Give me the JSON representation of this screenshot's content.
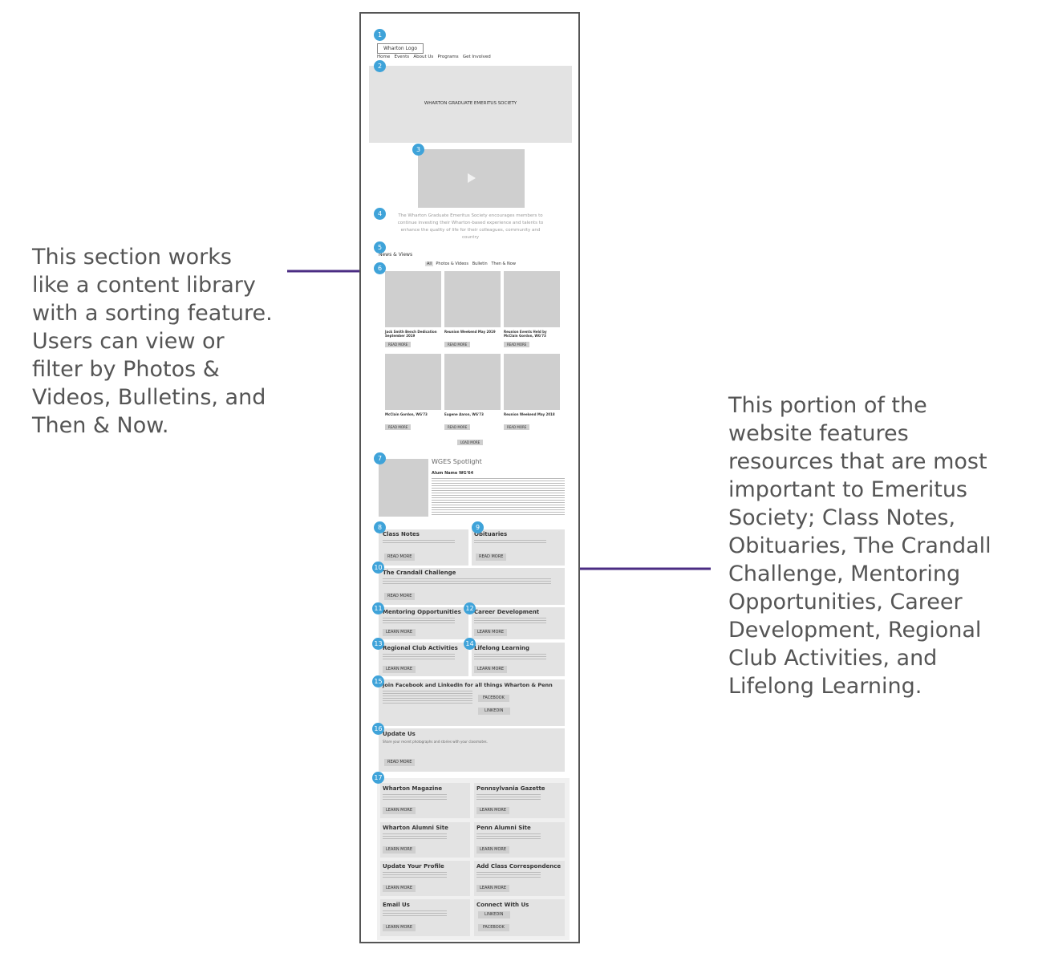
{
  "annotations": {
    "left": "This section works like a content library with a sorting feature. Users can view or filter by Photos & Videos, Bulletins, and Then & Now.",
    "right": "This portion of the website features resources that are most important to Emeritus Society; Class Notes, Obituaries, The Crandall Challenge, Mentoring Opportunities, Career Development, Regional Club Activities, and Lifelong Learning."
  },
  "wireframe": {
    "badges": [
      "1",
      "2",
      "3",
      "4",
      "5",
      "6",
      "7",
      "8",
      "9",
      "10",
      "11",
      "12",
      "13",
      "14",
      "15",
      "16",
      "17"
    ],
    "header": {
      "logo": "Wharton Logo",
      "nav": [
        "Home",
        "Events",
        "About Us",
        "Programs",
        "Get Involved"
      ]
    },
    "hero": "WHARTON GRADUATE EMERITUS SOCIETY",
    "intro": "The Wharton Graduate Emeritus Society encourages members to continue investing their Wharton-based experience and talents to enhance the quality of life for their colleagues, community and country",
    "news": {
      "title": "News & Views",
      "filters": [
        "All",
        "Photos & Videos",
        "Bulletin",
        "Then & Now"
      ],
      "cards": [
        "Jack Smith Bench Dedication September 2019",
        "Reunion Weekend May 2019",
        "Reunion Events Held by McClain Gordon, WG'73",
        "McClain Gordon, WG'73",
        "Eugene Aaron, WG'73",
        "Reunion Weekend May 2018"
      ],
      "read_more": "READ MORE",
      "load_more": "LOAD MORE"
    },
    "spotlight": {
      "title": "WGES Spotlight",
      "name": "Alum Name WG'64"
    },
    "resources": {
      "class_notes": "Class Notes",
      "obituaries": "Obituaries",
      "crandall": "The Crandall Challenge",
      "mentoring": "Mentoring Opportunities",
      "career": "Career Development",
      "regional": "Regional Club Activities",
      "lifelong": "Lifelong Learning",
      "social": "Join Facebook and LinkedIn for all things Wharton & Penn",
      "facebook": "FACEBOOK",
      "linkedin": "LINKEDIN",
      "update": "Update Us",
      "update_text": "Share your recent photographs and stories with your classmates.",
      "read_more": "READ MORE",
      "learn_more": "LEARN MORE"
    },
    "footer": {
      "items": [
        "Wharton Magazine",
        "Pennsylvania Gazette",
        "Wharton Alumni Site",
        "Penn Alumni Site",
        "Update Your Profile",
        "Add Class Correspondence",
        "Email Us",
        "Connect With Us"
      ],
      "learn_more": "LEARN MORE",
      "linkedin": "LINKEDIN",
      "facebook": "FACEBOOK"
    }
  }
}
